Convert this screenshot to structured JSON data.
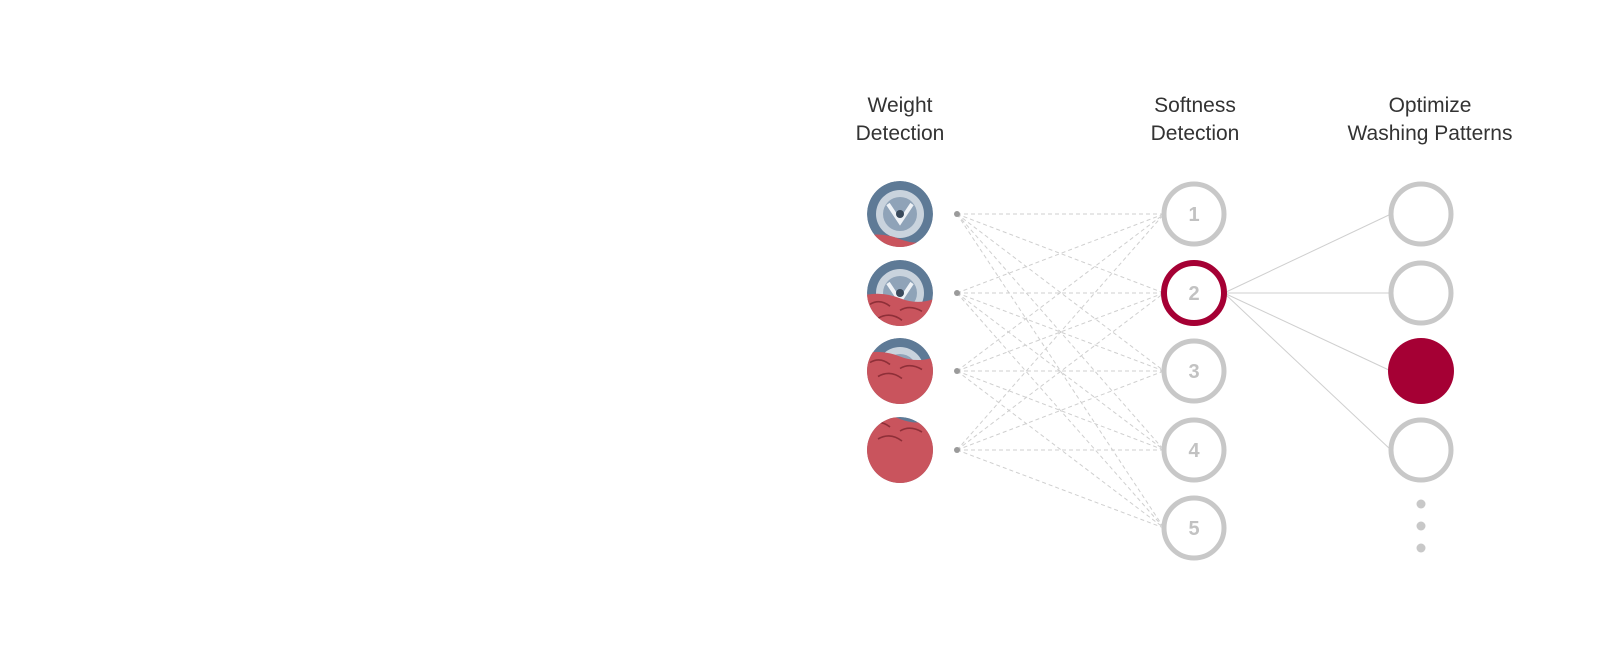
{
  "columns": {
    "weight": {
      "line1": "Weight",
      "line2": "Detection"
    },
    "softness": {
      "line1": "Softness",
      "line2": "Detection"
    },
    "optimize": {
      "line1": "Optimize",
      "line2": "Washing Patterns"
    }
  },
  "weight_levels": [
    {
      "name": "weight-level-1",
      "fill_fraction": 0.15
    },
    {
      "name": "weight-level-2",
      "fill_fraction": 0.45
    },
    {
      "name": "weight-level-3",
      "fill_fraction": 0.75
    },
    {
      "name": "weight-level-4",
      "fill_fraction": 1.0
    }
  ],
  "softness_levels": [
    {
      "label": "1",
      "selected": false
    },
    {
      "label": "2",
      "selected": true
    },
    {
      "label": "3",
      "selected": false
    },
    {
      "label": "4",
      "selected": false
    },
    {
      "label": "5",
      "selected": false
    }
  ],
  "washing_patterns": [
    {
      "selected": false
    },
    {
      "selected": false
    },
    {
      "selected": true
    },
    {
      "selected": false
    }
  ],
  "more_indicator": "vertical-ellipsis",
  "colors": {
    "accent": "#a50034",
    "node_gray": "#c8c8c8",
    "line_gray": "#cfcfcf",
    "text": "#333333",
    "fabric": "#c9545d",
    "drum": "#5e7a96"
  }
}
